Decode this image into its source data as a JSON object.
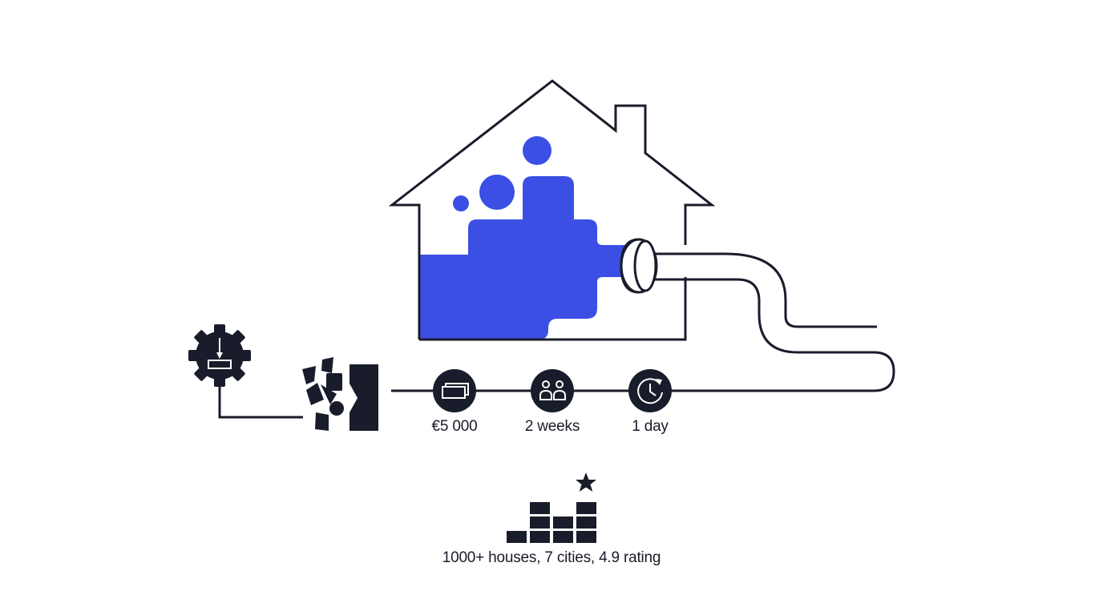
{
  "metrics": {
    "cost": "€5 000",
    "duration": "2 weeks",
    "install_time": "1 day"
  },
  "summary": "1000+ houses, 7 cities, 4.9 rating",
  "colors": {
    "ink": "#191c2a",
    "accent": "#3b4fe4",
    "background": "#ffffff"
  },
  "icons": [
    "gear-icon",
    "puzzle-door-icon",
    "money-stack-icon",
    "team-icon",
    "clock-icon",
    "rating-bars-icon",
    "star-icon",
    "pipe-icon",
    "house-icon"
  ]
}
